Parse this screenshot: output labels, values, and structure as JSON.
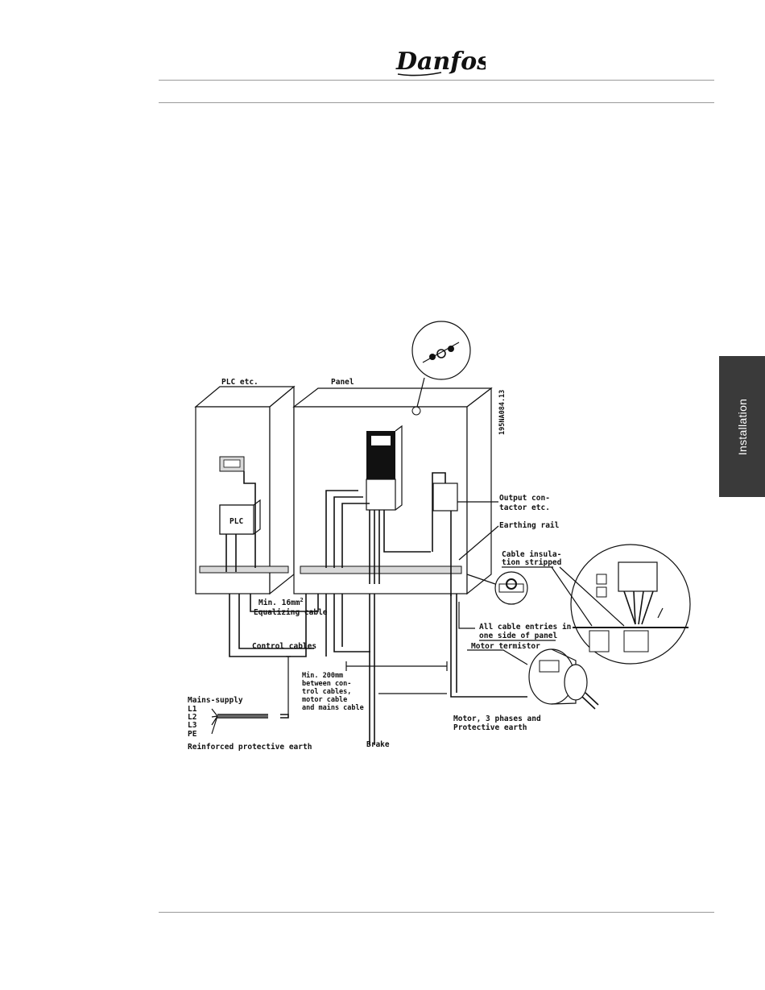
{
  "header": {
    "logo_text": "Danfoss"
  },
  "side_tab": {
    "label": "Installation"
  },
  "figure": {
    "code": "195NA084.13",
    "labels": {
      "plc_cabinet": "PLC etc.",
      "panel": "Panel",
      "plc": "PLC",
      "output_contactor_1": "Output con-",
      "output_contactor_2": "tactor etc.",
      "earthing_rail": "Earthing rail",
      "cable_insulation_1": "Cable insula-",
      "cable_insulation_2": "tion stripped",
      "min_16mm": "Min. 16mm",
      "min_16mm_sup": "2",
      "equalizing_cable": "Equalizing cable",
      "all_entries_1": "All cable entries in",
      "all_entries_2": "one side of panel",
      "control_cables": "Control cables",
      "motor_termistor": "Motor termistor",
      "min_200_1": "Min. 200mm",
      "min_200_2": "between con-",
      "min_200_3": "trol cables,",
      "min_200_4": "motor cable",
      "min_200_5": "and mains cable",
      "mains_supply": "Mains-supply",
      "l1": "L1",
      "l2": "L2",
      "l3": "L3",
      "pe": "PE",
      "reinforced_earth": "Reinforced protective earth",
      "brake": "Brake",
      "motor_1": "Motor, 3 phases and",
      "motor_2": "Protective earth"
    }
  }
}
